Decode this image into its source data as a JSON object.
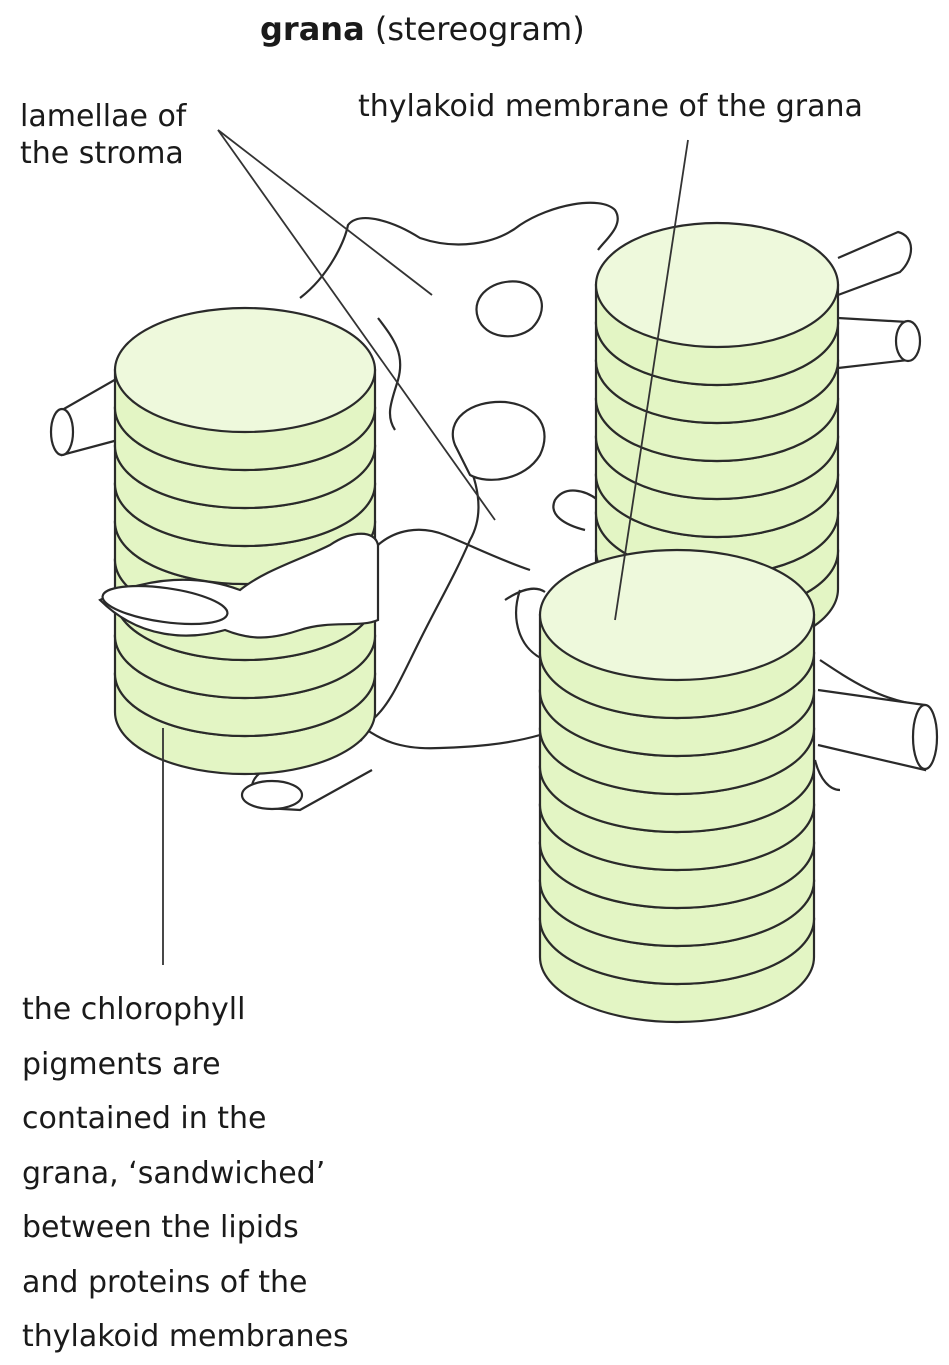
{
  "title": {
    "bold": "grana",
    "normal": " (stereogram)"
  },
  "labels": {
    "lamellae": [
      "lamellae of",
      "the stroma"
    ],
    "thylakoid_membrane": "thylakoid membrane of the grana",
    "chlorophyll": [
      "the chlorophyll",
      "pigments are",
      "contained in the",
      "grana, ‘sandwiched’",
      "between the lipids",
      "and proteins of the",
      "thylakoid membranes"
    ]
  },
  "colors": {
    "disc_fill": "#e3f5c4",
    "disc_top": "#eef9dc",
    "stroke": "#2a2a2a"
  }
}
